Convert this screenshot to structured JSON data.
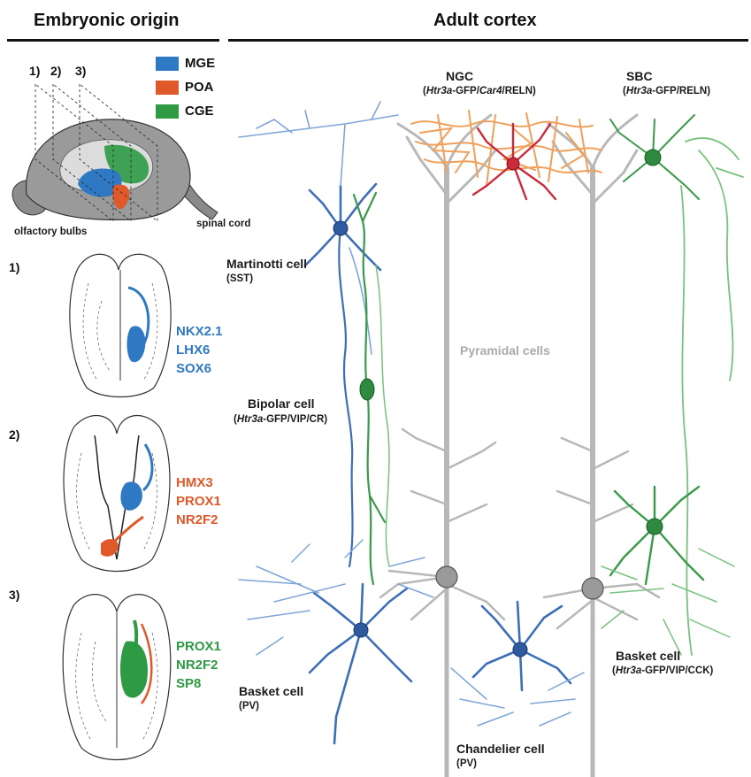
{
  "headers": {
    "left": "Embryonic origin",
    "right": "Adult cortex"
  },
  "legend": [
    {
      "key": "mge",
      "label": "MGE",
      "color": "#2f78c4"
    },
    {
      "key": "poa",
      "label": "POA",
      "color": "#e0592a"
    },
    {
      "key": "cge",
      "label": "CGE",
      "color": "#2e9a44"
    }
  ],
  "brain": {
    "planes": [
      "1)",
      "2)",
      "3)"
    ],
    "olfactory_label": "olfactory bulbs",
    "spinal_label": "spinal cord"
  },
  "sections": [
    {
      "number": "1)",
      "genes": [
        "NKX2.1",
        "LHX6",
        "SOX6"
      ],
      "color": "#2f78c4"
    },
    {
      "number": "2)",
      "genes": [
        "HMX3",
        "PROX1",
        "NR2F2"
      ],
      "color": "#e0592a"
    },
    {
      "number": "3)",
      "genes": [
        "PROX1",
        "NR2F2",
        "SP8"
      ],
      "color": "#2e9a44"
    }
  ],
  "cells": {
    "ngc": {
      "name": "NGC",
      "markers_prefix": "(",
      "m1": "Htr3a",
      "m1_rest": "-GFP/",
      "m2": "Car4",
      "m2_rest": "/RELN)"
    },
    "sbc": {
      "name": "SBC",
      "markers_prefix": "(",
      "m1": "Htr3a",
      "m1_rest": "-GFP/RELN)"
    },
    "martinotti": {
      "name": "Martinotti cell",
      "markers": "(SST)"
    },
    "pyramidal": {
      "name": "Pyramidal cells"
    },
    "bipolar": {
      "name": "Bipolar cell",
      "markers_prefix": "(",
      "m1": "Htr3a",
      "m1_rest": "-GFP/VIP/CR)"
    },
    "basket_pv": {
      "name": "Basket cell",
      "markers": "(PV)"
    },
    "chandelier": {
      "name": "Chandelier cell",
      "markers": "(PV)"
    },
    "basket_cck": {
      "name": "Basket cell",
      "markers_prefix": "(",
      "m1": "Htr3a",
      "m1_rest": "-GFP/VIP/CCK)"
    }
  },
  "colors": {
    "pyramidal": "#b8b8b8",
    "blue_cell": "#3d6fb8",
    "light_blue_cell": "#7ea6d8",
    "green_cell": "#3a9a4a",
    "light_green_cell": "#79c27e",
    "orange_cell": "#f0a05a",
    "red_cell": "#cc2a3a"
  }
}
